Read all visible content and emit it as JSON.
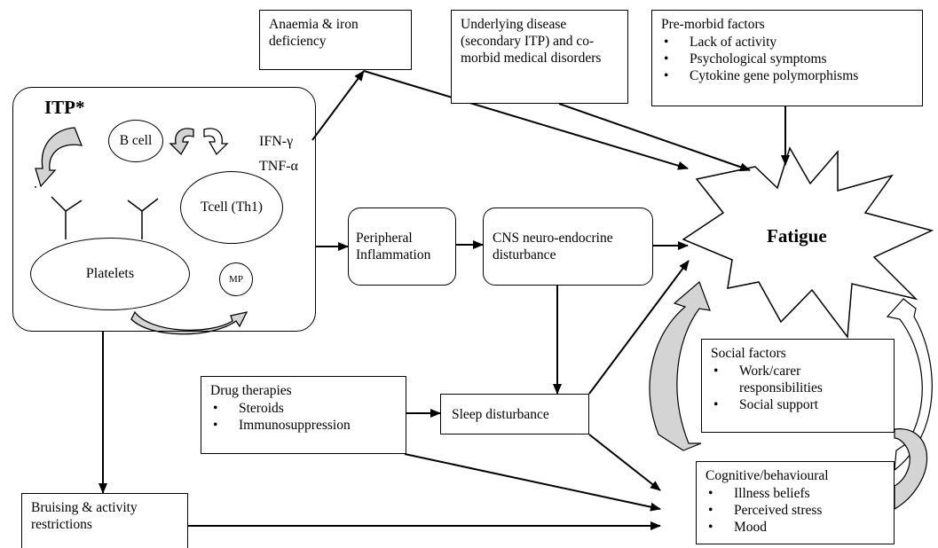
{
  "itp_panel": {
    "title": "ITP*",
    "b_cell": "B cell",
    "t_cell": "Tcell (Th1)",
    "cytokine_1": "IFN-γ",
    "cytokine_2": "TNF-α",
    "platelets": "Platelets",
    "mp": "MP"
  },
  "anaemia": {
    "lines": [
      "Anaemia & iron",
      "deficiency"
    ]
  },
  "underlying": {
    "lines": [
      "Underlying disease",
      "(secondary ITP) and co-",
      "morbid medical disorders"
    ]
  },
  "premorbid": {
    "title": "Pre-morbid factors",
    "items": [
      "Lack of activity",
      "Psychological symptoms",
      "Cytokine gene polymorphisms"
    ]
  },
  "fatigue": {
    "label": "Fatigue"
  },
  "peripheral": {
    "lines": [
      "Peripheral",
      "Inflammation"
    ]
  },
  "cns": {
    "lines": [
      "CNS neuro-endocrine",
      "disturbance"
    ]
  },
  "drug": {
    "title": "Drug therapies",
    "items": [
      "Steroids",
      "Immunosuppression"
    ]
  },
  "sleep": {
    "label": "Sleep disturbance"
  },
  "social": {
    "title": "Social factors",
    "items": [
      "Work/carer responsibilities",
      "Social support"
    ]
  },
  "cognitive": {
    "title": "Cognitive/behavioural",
    "items": [
      "Illness beliefs",
      "Perceived stress",
      "Mood"
    ]
  },
  "bruising": {
    "lines": [
      "Bruising & activity",
      "restrictions"
    ]
  }
}
